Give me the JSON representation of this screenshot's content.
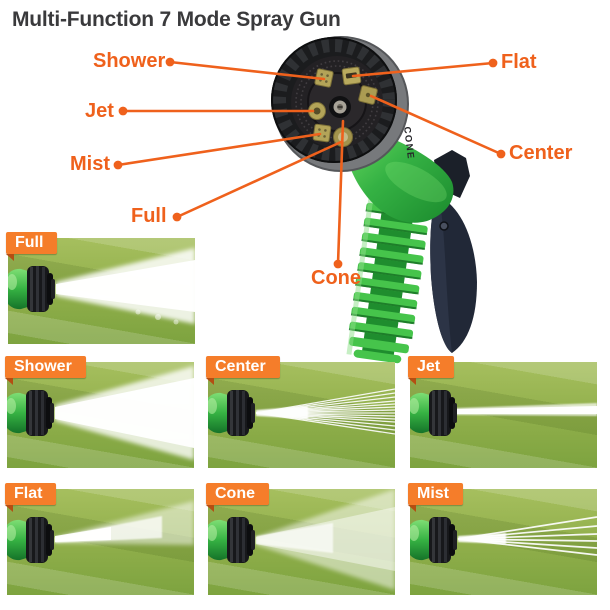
{
  "title": "Multi-Function 7 Mode Spray Gun",
  "colors": {
    "accent": "#ef611c",
    "badge": "#f57d2a",
    "badge_fold": "#b44e12",
    "title_text": "#3a3a3c",
    "gun_green": "#35b244",
    "grass_green": "#96b14d"
  },
  "gun": {
    "dial_text": "CONE"
  },
  "callouts": [
    {
      "id": "shower",
      "label": "Shower",
      "side": "left"
    },
    {
      "id": "jet",
      "label": "Jet",
      "side": "left"
    },
    {
      "id": "mist",
      "label": "Mist",
      "side": "left"
    },
    {
      "id": "full",
      "label": "Full",
      "side": "left"
    },
    {
      "id": "flat",
      "label": "Flat",
      "side": "right"
    },
    {
      "id": "center",
      "label": "Center",
      "side": "right"
    },
    {
      "id": "cone",
      "label": "Cone",
      "side": "bottom"
    }
  ],
  "grid": {
    "cells": [
      {
        "label": "Full",
        "spray": "full"
      },
      {
        "label": "Shower",
        "spray": "shower"
      },
      {
        "label": "Center",
        "spray": "center"
      },
      {
        "label": "Jet",
        "spray": "jet"
      },
      {
        "label": "Flat",
        "spray": "flat"
      },
      {
        "label": "Cone",
        "spray": "cone"
      },
      {
        "label": "Mist",
        "spray": "mist"
      }
    ]
  }
}
